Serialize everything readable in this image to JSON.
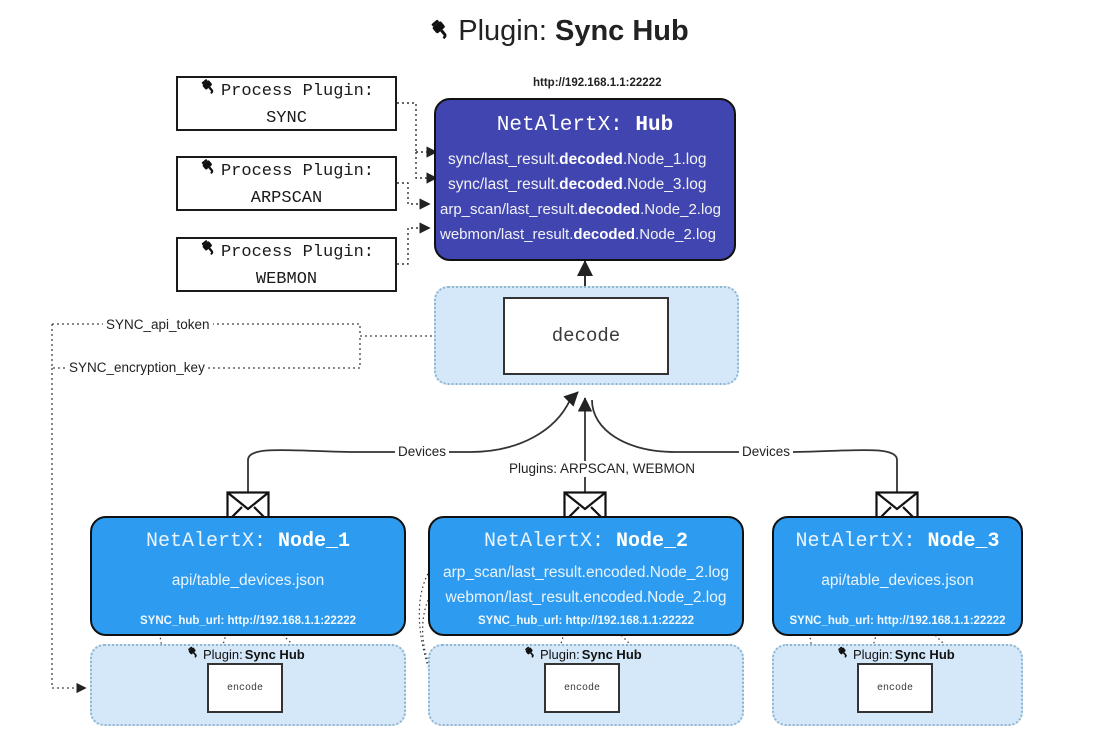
{
  "title": {
    "prefix": "Plugin:",
    "name": "Sync Hub",
    "icon": "plug-icon"
  },
  "process_plugins": [
    {
      "label": "Process Plugin:",
      "name": "SYNC",
      "icon": "plug-icon"
    },
    {
      "label": "Process Plugin:",
      "name": "ARPSCAN",
      "icon": "plug-icon"
    },
    {
      "label": "Process Plugin:",
      "name": "WEBMON",
      "icon": "plug-icon"
    }
  ],
  "hub": {
    "url": "http://192.168.1.1:22222",
    "prefix": "NetAlertX:",
    "name": "Hub",
    "rows": [
      {
        "pre": "sync/last_result.",
        "em": "decoded",
        "post": ".Node_1.log"
      },
      {
        "pre": "sync/last_result.",
        "em": "decoded",
        "post": ".Node_3.log"
      },
      {
        "pre": "arp_scan/last_result.",
        "em": "decoded",
        "post": ".Node_2.log"
      },
      {
        "pre": "webmon/last_result.",
        "em": "decoded",
        "post": ".Node_2.log"
      }
    ]
  },
  "decode": {
    "label": "decode"
  },
  "secrets": [
    {
      "label": "SYNC_api_token"
    },
    {
      "label": "SYNC_encryption_key"
    }
  ],
  "edge_labels": {
    "devices_left": "Devices",
    "devices_right": "Devices",
    "plugins_center": "Plugins: ARPSCAN, WEBMON"
  },
  "nodes": [
    {
      "prefix": "NetAlertX:",
      "name": "Node_1",
      "lines": [
        "api/table_devices.json"
      ],
      "foot": "SYNC_hub_url: http://192.168.1.1:22222",
      "icon": "envelope-icon"
    },
    {
      "prefix": "NetAlertX:",
      "name": "Node_2",
      "lines": [
        "arp_scan/last_result.encoded.Node_2.log",
        "webmon/last_result.encoded.Node_2.log"
      ],
      "foot": "SYNC_hub_url: http://192.168.1.1:22222",
      "icon": "envelope-icon"
    },
    {
      "prefix": "NetAlertX:",
      "name": "Node_3",
      "lines": [
        "api/table_devices.json"
      ],
      "foot": "SYNC_hub_url: http://192.168.1.1:22222",
      "icon": "envelope-icon"
    }
  ],
  "encoders": [
    {
      "plugin_prefix": "Plugin:",
      "plugin_name": "Sync Hub",
      "label": "encode",
      "icon": "plug-icon"
    },
    {
      "plugin_prefix": "Plugin:",
      "plugin_name": "Sync Hub",
      "label": "encode",
      "icon": "plug-icon"
    },
    {
      "plugin_prefix": "Plugin:",
      "plugin_name": "Sync Hub",
      "label": "encode",
      "icon": "plug-icon"
    }
  ],
  "colors": {
    "hub_fill": "#4045b0",
    "node_fill": "#2d9cf0",
    "container_fill": "#d4e8fa",
    "container_border": "#8fb5cf",
    "outline": "#111111"
  }
}
